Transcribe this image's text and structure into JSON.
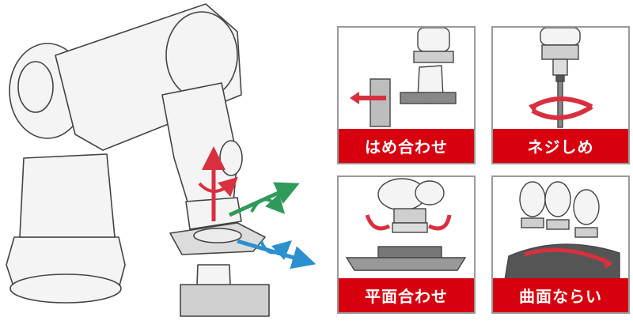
{
  "panels": [
    {
      "id": "press-fit",
      "label": "はめ合わせ"
    },
    {
      "id": "screw-tightening",
      "label": "ネジしめ"
    },
    {
      "id": "surface-matching",
      "label": "平面合わせ"
    },
    {
      "id": "curved-surface-following",
      "label": "曲面ならい"
    }
  ],
  "colors": {
    "accent_red": "#d7000f",
    "arrow_red": "#d93040",
    "arrow_green": "#2f9a5a",
    "arrow_blue": "#2b8fd0",
    "panel_border": "#9a9a9a"
  }
}
